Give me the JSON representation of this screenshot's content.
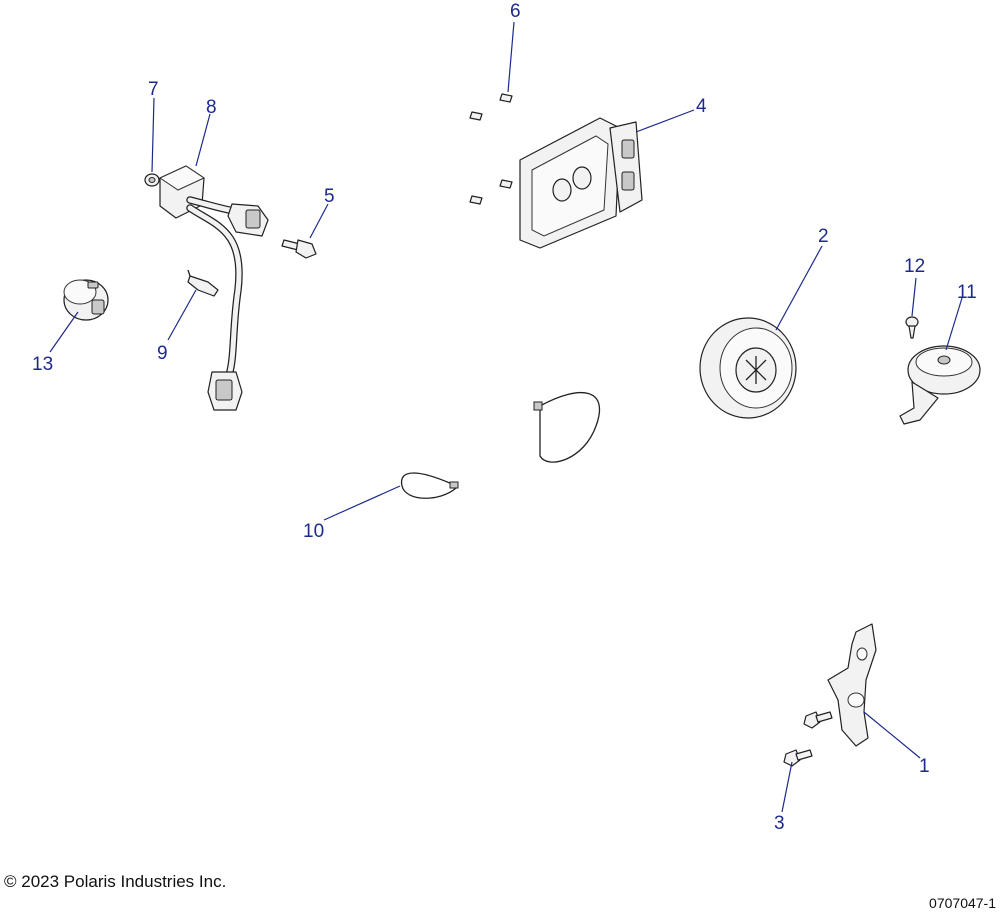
{
  "diagram": {
    "callouts": [
      "1",
      "2",
      "3",
      "4",
      "5",
      "6",
      "7",
      "8",
      "9",
      "10",
      "11",
      "12",
      "13"
    ]
  },
  "footer": {
    "copyright": "© 2023 Polaris Industries Inc.",
    "figure_id": "0707047-1"
  },
  "colors": {
    "callout": "#1c2a8a",
    "line_art": "#222222",
    "background": "#ffffff"
  }
}
